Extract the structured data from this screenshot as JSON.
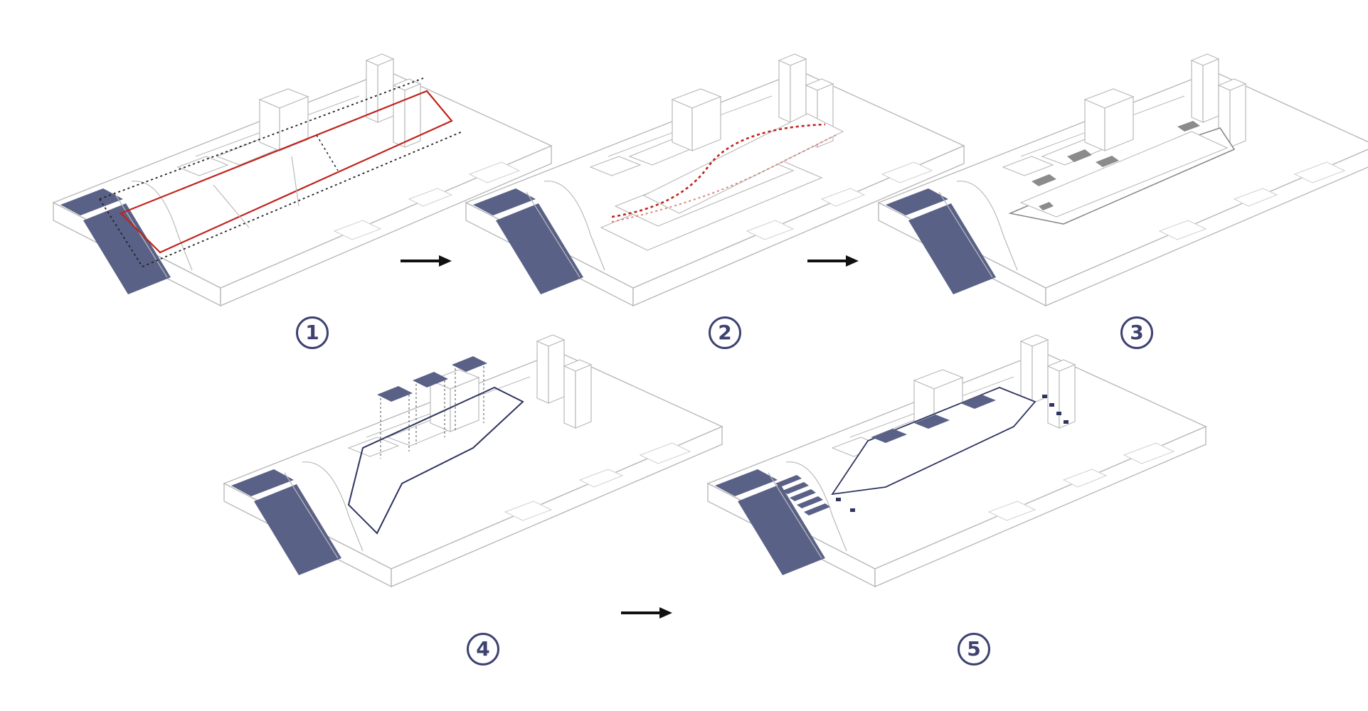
{
  "steps": [
    {
      "label": "1"
    },
    {
      "label": "2"
    },
    {
      "label": "3"
    },
    {
      "label": "4"
    },
    {
      "label": "5"
    }
  ],
  "colors": {
    "line": "#b9b9b9",
    "water": "#5a6187",
    "accent_red": "#c0231b",
    "step_navy": "#3d4270",
    "arrow": "#111111"
  },
  "icons": {
    "transition": "arrow-right-icon"
  }
}
